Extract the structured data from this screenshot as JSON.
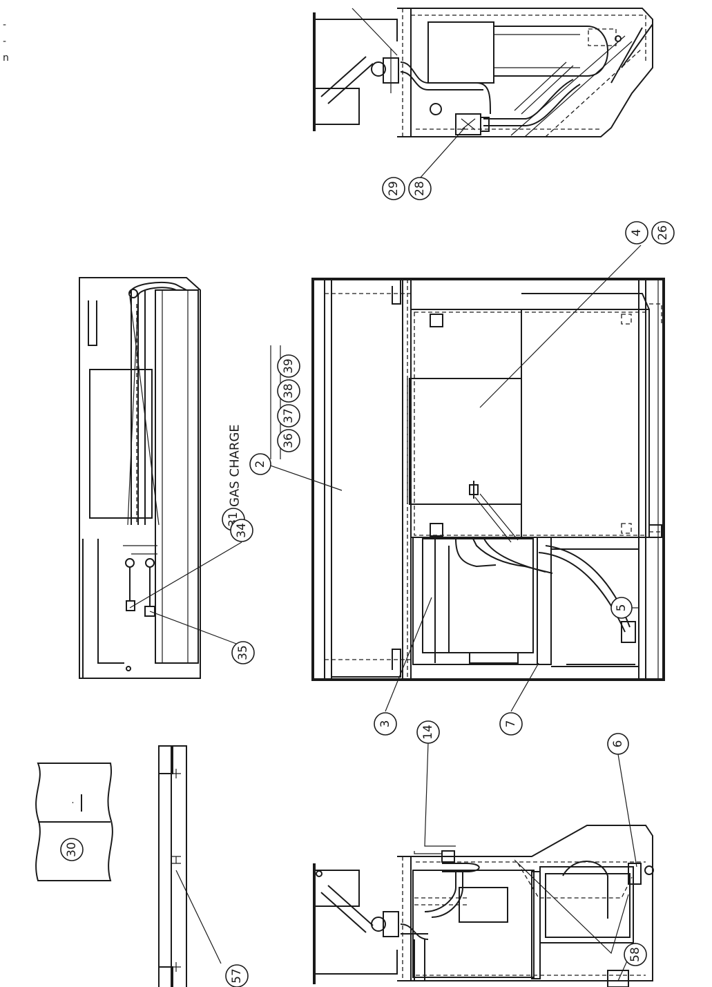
{
  "edge_text": {
    "line1": "-",
    "line2": "-",
    "line3": "n"
  },
  "callouts": {
    "c28": "28",
    "c29": "29",
    "c4": "4",
    "c26": "26",
    "c36": "36",
    "c37": "37",
    "c38": "38",
    "c39": "39",
    "c2": "2",
    "c31": "31",
    "c34": "34",
    "c35": "35",
    "c3": "3",
    "c7": "7",
    "c5": "5",
    "c14": "14",
    "c6": "6",
    "c30": "30",
    "c57": "57",
    "c58": "58"
  },
  "gas_charge_label": "GAS CHARGE"
}
